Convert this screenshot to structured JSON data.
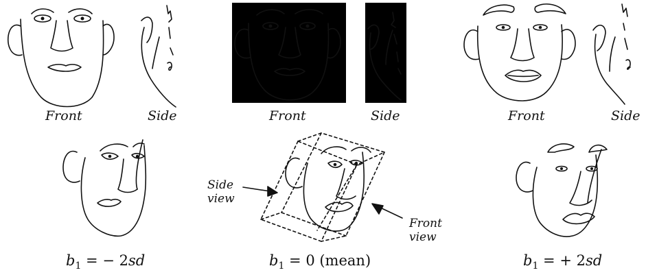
{
  "labels": {
    "front": "Front",
    "side": "Side",
    "side_view_line1": "Side",
    "side_view_line2": "view",
    "front_view_line1": "Front",
    "front_view_line2": "view"
  },
  "captions": [
    {
      "var": "b",
      "sub": "1",
      "eq": " = − 2",
      "unit": "sd",
      "tail": ""
    },
    {
      "var": "b",
      "sub": "1",
      "eq": " = 0",
      "unit": "",
      "tail": " (mean)"
    },
    {
      "var": "b",
      "sub": "1",
      "eq": " = + 2",
      "unit": "sd",
      "tail": ""
    }
  ]
}
